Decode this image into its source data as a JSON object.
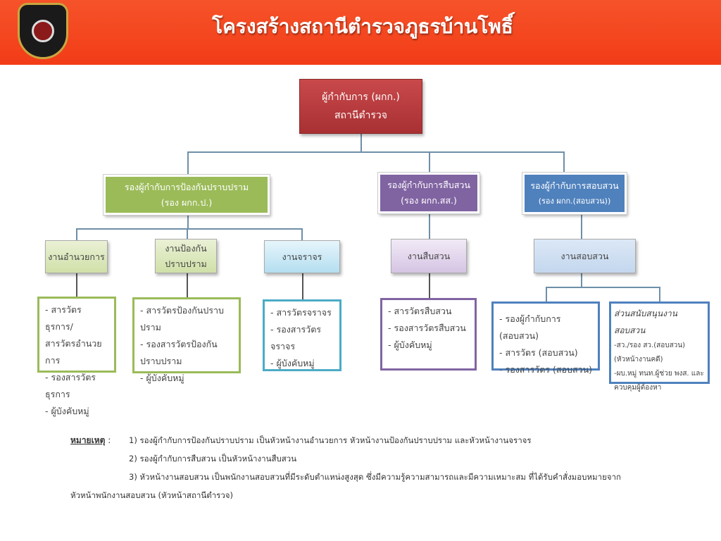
{
  "header": {
    "title": "โครงสร้างสถานีตำรวจภูธรบ้านโพธิ์"
  },
  "colors": {
    "header": "#f3441e",
    "top": "#b83a3d",
    "green": "#9bbb59",
    "purple": "#8064a2",
    "blue": "#4f81bd",
    "teal": "#4bacc6"
  },
  "top": {
    "line1": "ผู้กำกับการ (ผกก.)",
    "line2": "สถานีตำรวจ"
  },
  "deputies": [
    {
      "line1": "รองผู้กำกับการป้องกันปราบปราม",
      "line2": "(รอง ผกก.ป.)"
    },
    {
      "line1": "รองผู้กำกับการสืบสวน",
      "line2": "(รอง ผกก.สส.)"
    },
    {
      "line1": "รองผู้กำกับการสอบสวน",
      "line2": "(รอง ผกก.(สอบสวน))"
    }
  ],
  "units": [
    {
      "line1": "งานอำนวยการ"
    },
    {
      "line1": "งานป้องกัน",
      "line2": "ปราบปราม"
    },
    {
      "line1": "งานจราจร"
    },
    {
      "line1": "งานสืบสวน"
    },
    {
      "line1": "งานสอบสวน"
    }
  ],
  "staff": [
    {
      "lines": [
        "- สารวัตรธุรการ/",
        "สารวัตรอำนวยการ",
        "- รองสารวัตรธุรการ",
        "- ผู้บังคับหมู่"
      ]
    },
    {
      "lines": [
        "- สารวัตรป้องกันปราบปราม",
        "- รองสารวัตรป้องกัน",
        "ปราบปราม",
        "- ผู้บังคับหมู่"
      ]
    },
    {
      "lines": [
        "- สารวัตรจราจร",
        "- รองสารวัตรจราจร",
        "- ผู้บังคับหมู่"
      ]
    },
    {
      "lines": [
        "- สารวัตรสืบสวน",
        "- รองสารวัตรสืบสวน",
        "- ผู้บังคับหมู่"
      ]
    },
    {
      "lines": [
        "- รองผู้กำกับการ (สอบสวน)",
        "- สารวัตร (สอบสวน)",
        "- รองสารวัตร (สอบสวน)"
      ]
    },
    {
      "heading": "ส่วนสนับสนุนงานสอบสวน",
      "lines": [
        "-สว./รอง สว.(สอบสวน)",
        "(หัวหน้างานคดี)",
        "-ผบ.หมู่ ทนท.ผู้ช่วย พงส. และ",
        "ควบคุมผู้ต้องหา"
      ]
    }
  ],
  "notes": {
    "label": "หมายเหตุ",
    "colon": ":",
    "items": [
      "1) รองผู้กำกับการป้องกันปราบปราม เป็นหัวหน้างานอำนวยการ หัวหน้างานป้องกันปราบปราม และหัวหน้างานจราจร",
      "2) รองผู้กำกับการสืบสวน เป็นหัวหน้างานสืบสวน",
      "3) หัวหน้างานสอบสวน เป็นพนักงานสอบสวนที่มีระดับตำแหน่งสูงสุด ซึ่งมีความรู้ความสามารถและมีความเหมาะสม ที่ได้รับคำสั่งมอบหมายจาก"
    ],
    "continuation": "หัวหน้าพนักงานสอบสวน (หัวหน้าสถานีตำรวจ)"
  }
}
